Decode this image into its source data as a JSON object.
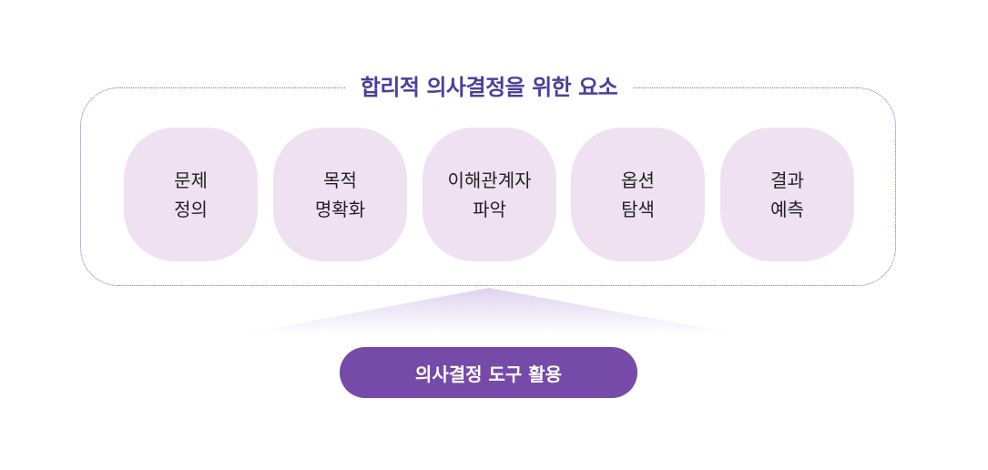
{
  "title": "합리적 의사결정을 위한 요소",
  "items": [
    {
      "line1": "문제",
      "line2": "정의"
    },
    {
      "line1": "목적",
      "line2": "명확화"
    },
    {
      "line1": "이해관계자",
      "line2": "파악"
    },
    {
      "line1": "옵션",
      "line2": "탐색"
    },
    {
      "line1": "결과",
      "line2": "예측"
    }
  ],
  "action_label": "의사결정 도구 활용",
  "colors": {
    "accent": "#764aa8",
    "title": "#4a3f9c",
    "item_bg": "#efe1f2"
  }
}
